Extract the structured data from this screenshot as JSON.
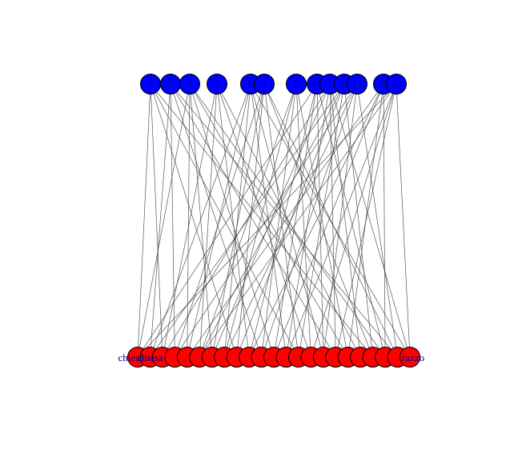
{
  "graph": {
    "type": "bipartite-network",
    "colors": {
      "top_node": "#0000ff",
      "bottom_node": "#ff0000",
      "label": "#00008b",
      "edge": "#3a3a3a",
      "background": "#ffffff"
    },
    "top_nodes": [
      {
        "id": "1",
        "label": "1"
      },
      {
        "id": "2",
        "label": "2"
      },
      {
        "id": "3",
        "label": "3"
      },
      {
        "id": "5",
        "label": "5"
      },
      {
        "id": "6",
        "label": "6"
      },
      {
        "id": "4",
        "label": "4"
      },
      {
        "id": "8",
        "label": "8"
      },
      {
        "id": "10",
        "label": "10"
      },
      {
        "id": "7",
        "label": "7"
      },
      {
        "id": "11",
        "label": "11"
      },
      {
        "id": "12",
        "label": "12"
      },
      {
        "id": "9",
        "label": "9"
      },
      {
        "id": "13",
        "label": "13"
      }
    ],
    "bottom_nodes": [
      {
        "id": "b1",
        "label": "chiesa"
      },
      {
        "id": "b2",
        "label": "chiesa"
      },
      {
        "id": "b3",
        "label": ""
      },
      {
        "id": "b4",
        "label": ""
      },
      {
        "id": "b5",
        "label": ""
      },
      {
        "id": "b6",
        "label": ""
      },
      {
        "id": "b7",
        "label": ""
      },
      {
        "id": "b8",
        "label": ""
      },
      {
        "id": "b9",
        "label": ""
      },
      {
        "id": "b10",
        "label": ""
      },
      {
        "id": "b11",
        "label": ""
      },
      {
        "id": "b12",
        "label": ""
      },
      {
        "id": "b13",
        "label": ""
      },
      {
        "id": "b14",
        "label": ""
      },
      {
        "id": "b15",
        "label": ""
      },
      {
        "id": "b16",
        "label": ""
      },
      {
        "id": "b17",
        "label": ""
      },
      {
        "id": "b18",
        "label": ""
      },
      {
        "id": "b19",
        "label": ""
      },
      {
        "id": "b20",
        "label": ""
      },
      {
        "id": "b21",
        "label": ""
      },
      {
        "id": "b22",
        "label": ""
      },
      {
        "id": "b23",
        "label": "razzo"
      }
    ],
    "edges": [
      [
        "1",
        "b1"
      ],
      [
        "1",
        "b3"
      ],
      [
        "1",
        "b9"
      ],
      [
        "1",
        "b14"
      ],
      [
        "1",
        "b20"
      ],
      [
        "2",
        "b2"
      ],
      [
        "2",
        "b4"
      ],
      [
        "2",
        "b11"
      ],
      [
        "2",
        "b17"
      ],
      [
        "2",
        "b22"
      ],
      [
        "3",
        "b1"
      ],
      [
        "3",
        "b5"
      ],
      [
        "3",
        "b7"
      ],
      [
        "3",
        "b12"
      ],
      [
        "3",
        "b18"
      ],
      [
        "3",
        "b21"
      ],
      [
        "5",
        "b3"
      ],
      [
        "5",
        "b6"
      ],
      [
        "5",
        "b10"
      ],
      [
        "5",
        "b15"
      ],
      [
        "5",
        "b19"
      ],
      [
        "6",
        "b2"
      ],
      [
        "6",
        "b5"
      ],
      [
        "6",
        "b8"
      ],
      [
        "6",
        "b13"
      ],
      [
        "6",
        "b16"
      ],
      [
        "6",
        "b23"
      ],
      [
        "4",
        "b4"
      ],
      [
        "4",
        "b7"
      ],
      [
        "4",
        "b9"
      ],
      [
        "4",
        "b14"
      ],
      [
        "4",
        "b20"
      ],
      [
        "4",
        "b22"
      ],
      [
        "8",
        "b6"
      ],
      [
        "8",
        "b8"
      ],
      [
        "8",
        "b11"
      ],
      [
        "8",
        "b15"
      ],
      [
        "8",
        "b18"
      ],
      [
        "10",
        "b1"
      ],
      [
        "10",
        "b10"
      ],
      [
        "10",
        "b12"
      ],
      [
        "10",
        "b16"
      ],
      [
        "10",
        "b21"
      ],
      [
        "7",
        "b3"
      ],
      [
        "7",
        "b7"
      ],
      [
        "7",
        "b13"
      ],
      [
        "7",
        "b17"
      ],
      [
        "7",
        "b19"
      ],
      [
        "7",
        "b23"
      ],
      [
        "11",
        "b2"
      ],
      [
        "11",
        "b6"
      ],
      [
        "11",
        "b9"
      ],
      [
        "11",
        "b14"
      ],
      [
        "11",
        "b20"
      ],
      [
        "12",
        "b4"
      ],
      [
        "12",
        "b8"
      ],
      [
        "12",
        "b11"
      ],
      [
        "12",
        "b16"
      ],
      [
        "12",
        "b22"
      ],
      [
        "9",
        "b5"
      ],
      [
        "9",
        "b10"
      ],
      [
        "9",
        "b12"
      ],
      [
        "9",
        "b18"
      ],
      [
        "9",
        "b21"
      ],
      [
        "13",
        "b1"
      ],
      [
        "13",
        "b6"
      ],
      [
        "13",
        "b13"
      ],
      [
        "13",
        "b15"
      ],
      [
        "13",
        "b17"
      ],
      [
        "13",
        "b23"
      ]
    ]
  }
}
